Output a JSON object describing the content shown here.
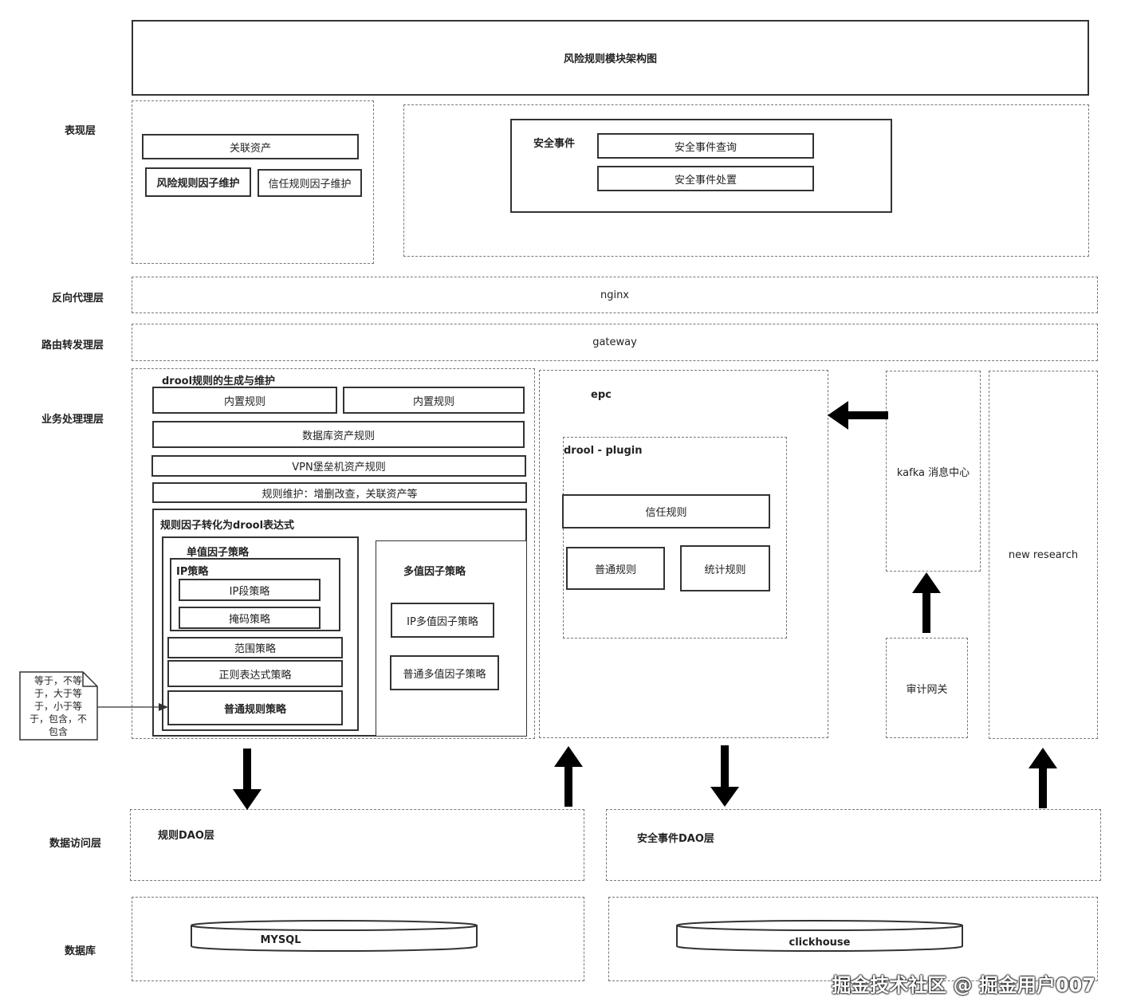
{
  "title": "风险规则模块架构图",
  "layers": {
    "presentation": "表现层",
    "reverse_proxy": "反向代理层",
    "routing": "路由转发理层",
    "business": "业务处理理层",
    "data_access": "数据访问层",
    "database": "数据库"
  },
  "presentation": {
    "related_assets": "关联资产",
    "risk_factor": "风险规则因子维护",
    "trust_factor": "信任规则因子维护",
    "security_events": {
      "title": "安全事件",
      "query": "安全事件查询",
      "handle": "安全事件处置"
    }
  },
  "nginx": "nginx",
  "gateway": "gateway",
  "drool": {
    "title": "drool规则的生成与维护",
    "builtin1": "内置规则",
    "builtin2": "内置规则",
    "db_assets": "数据库资产规则",
    "vpn": "VPN堡垒机资产规则",
    "maintain": "规则维护：增删改查，关联资产等",
    "convert": {
      "title": "规则因子转化为drool表达式",
      "single": {
        "title": "单值因子策略",
        "ip": {
          "title": "IP策略",
          "segment": "IP段策略",
          "mask": "掩码策略"
        },
        "range": "范围策略",
        "regex": "正则表达式策略",
        "normal": "普通规则策略"
      },
      "multi": {
        "title": "多值因子策略",
        "ip_multi": "IP多值因子策略",
        "normal_multi": "普通多值因子策略"
      }
    }
  },
  "note": "等于，不等于，大于等于，小于等于，包含，不包含",
  "epc": {
    "title": "epc",
    "plugin": {
      "title": "drool - plugin",
      "trust": "信任规则",
      "normal": "普通规则",
      "stats": "统计规则"
    }
  },
  "kafka": "kafka  消息中心",
  "audit": "审计网关",
  "research": "new research",
  "dao": {
    "rules": "规则DAO层",
    "events": "安全事件DAO层"
  },
  "db": {
    "mysql": "MYSQL",
    "clickhouse": "clickhouse"
  },
  "footer_watermark": "掘金技术社区 @ 掘金用户007"
}
